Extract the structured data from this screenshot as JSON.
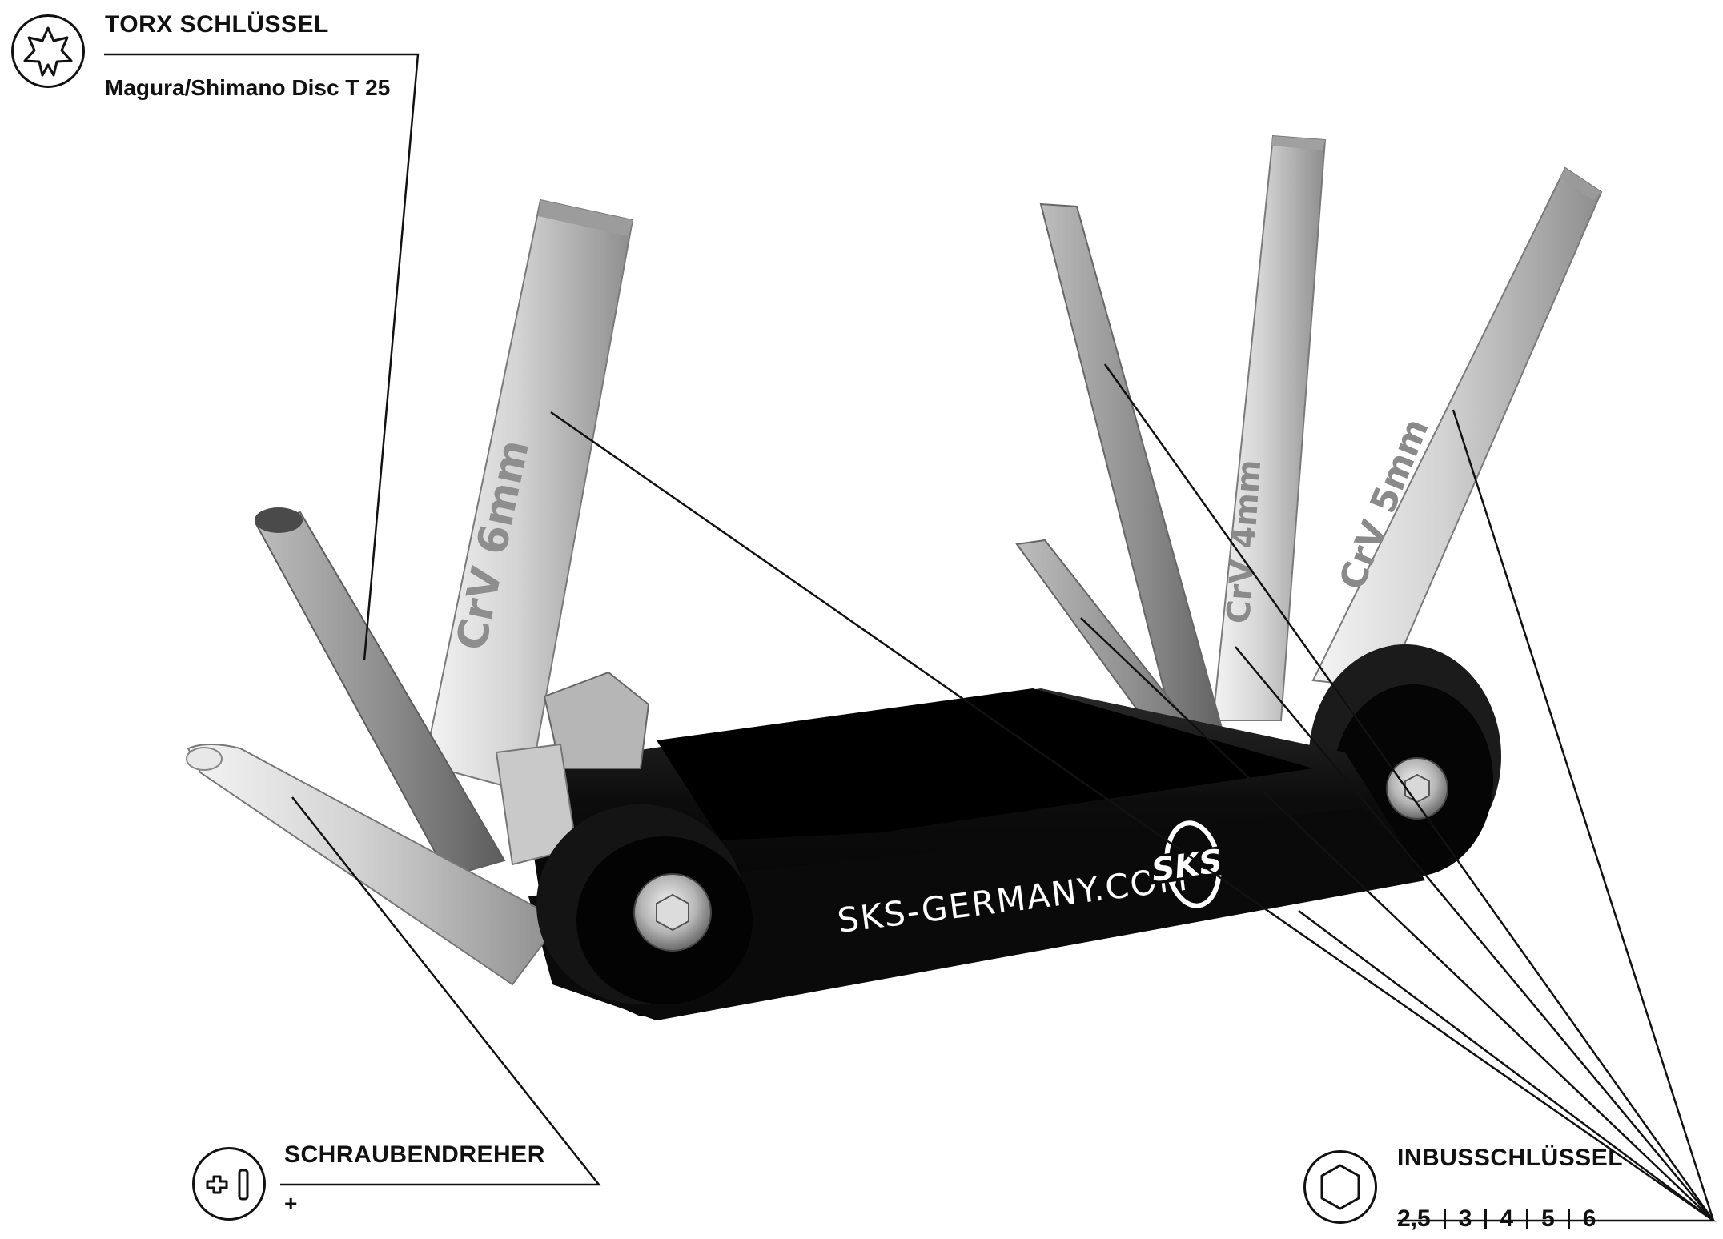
{
  "torx": {
    "title": "TORX SCHLÜSSEL",
    "subtitle": "Magura/Shimano Disc T 25",
    "icon": "torx-star-icon"
  },
  "screwdriver": {
    "title": "SCHRAUBENDREHER",
    "subtitle": "+",
    "icon": "phillips-slot-icon"
  },
  "hex": {
    "title": "INBUSSCHLÜSSEL",
    "sizes": [
      "2,5",
      "3",
      "4",
      "5",
      "6"
    ],
    "icon": "hexagon-icon"
  },
  "tool": {
    "brand_text": "SKS-GERMANY.COM",
    "logo_text": "SKS",
    "engraving_6mm": "CrV 6mm",
    "engraving_5mm": "CrV 5mm",
    "engraving_4mm": "CrV 4mm",
    "colors": {
      "body": "#0d0d0d",
      "steel_light": "#d9d9d9",
      "steel_mid": "#a9a9a9",
      "steel_dark": "#6e6e6e"
    }
  }
}
